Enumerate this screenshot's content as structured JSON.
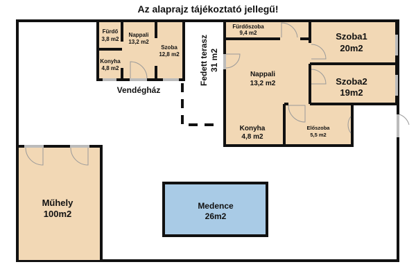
{
  "title": "Az alaprajz tájékoztató jellegű!",
  "colors": {
    "room": "#f2d8b5",
    "pool": "#a9cbe6",
    "wall": "#111111"
  },
  "guest_house": {
    "label": "Vendégház",
    "rooms": [
      {
        "name": "Fürdő",
        "area": "3,8 m2"
      },
      {
        "name": "Nappali",
        "area": "13,2 m2"
      },
      {
        "name": "Szoba",
        "area": "12,8 m2"
      },
      {
        "name": "Konyha",
        "area": "4,8 m2"
      }
    ]
  },
  "terrace": {
    "name": "Fedett terasz",
    "area": "31 m2"
  },
  "main_house": {
    "rooms": [
      {
        "name": "Fürdőszoba",
        "area": "9,4 m2"
      },
      {
        "name": "Szoba1",
        "area": "20m2"
      },
      {
        "name": "Nappali",
        "area": "13,2 m2"
      },
      {
        "name": "Szoba2",
        "area": "19m2"
      },
      {
        "name": "Konyha",
        "area": "4,8 m2"
      },
      {
        "name": "Előszoba",
        "area": "5,5 m2"
      }
    ]
  },
  "workshop": {
    "name": "Műhely",
    "area": "100m2"
  },
  "pool": {
    "name": "Medence",
    "area": "26m2"
  }
}
